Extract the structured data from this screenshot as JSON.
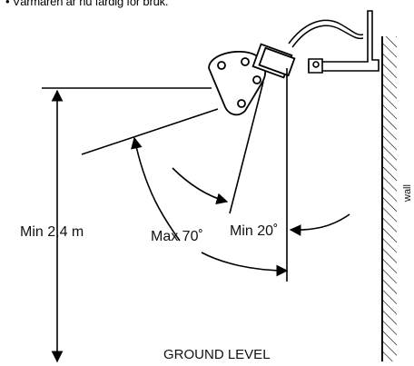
{
  "note": "• Värmaren är nu färdig för bruk.",
  "labels": {
    "min_height": "Min 2,4 m",
    "max_angle": "Max 70˚",
    "min_angle": "Min 20˚",
    "ground": "GROUND LEVEL",
    "wall": "wall"
  },
  "icons": [
    "heater-lamp-icon",
    "wall-hatching",
    "angle-arrow-icon"
  ]
}
